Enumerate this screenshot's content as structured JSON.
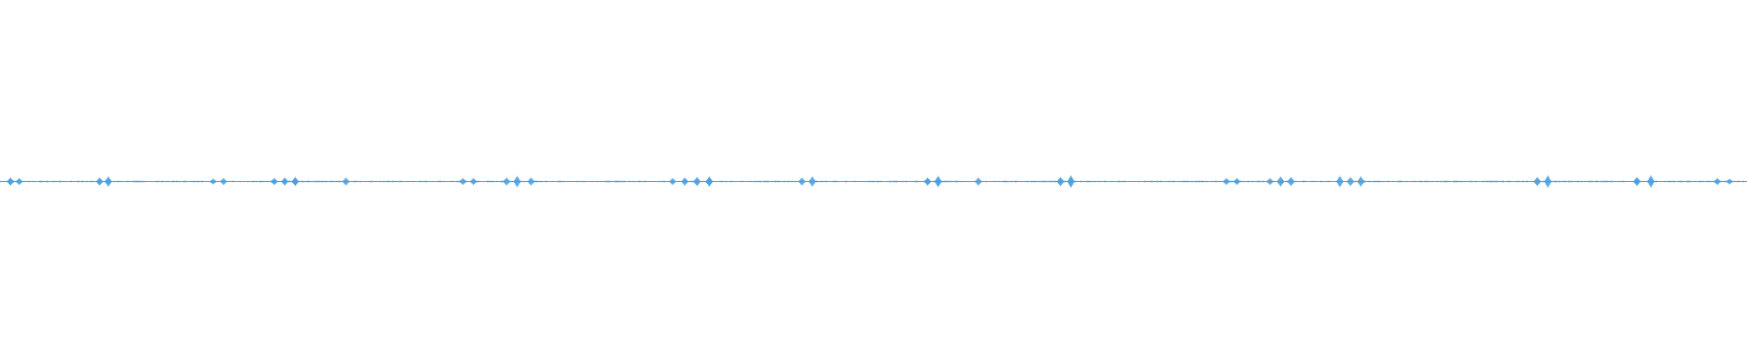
{
  "waveform": {
    "color": "#4a9fe0",
    "background": "#ffffff",
    "description_note": "",
    "peak_positions_fraction": [
      0.006,
      0.011,
      0.057,
      0.062,
      0.122,
      0.128,
      0.157,
      0.163,
      0.169,
      0.198,
      0.265,
      0.271,
      0.29,
      0.296,
      0.304,
      0.385,
      0.392,
      0.399,
      0.406,
      0.459,
      0.465,
      0.531,
      0.537,
      0.56,
      0.607,
      0.613,
      0.702,
      0.708,
      0.727,
      0.733,
      0.739,
      0.767,
      0.773,
      0.779,
      0.88,
      0.886,
      0.937,
      0.945,
      0.983,
      0.99
    ],
    "peak_amplitudes": [
      0.35,
      0.3,
      0.35,
      0.45,
      0.25,
      0.3,
      0.3,
      0.35,
      0.4,
      0.35,
      0.3,
      0.3,
      0.35,
      0.5,
      0.35,
      0.3,
      0.35,
      0.4,
      0.45,
      0.35,
      0.45,
      0.35,
      0.5,
      0.35,
      0.4,
      0.55,
      0.3,
      0.3,
      0.3,
      0.45,
      0.4,
      0.5,
      0.4,
      0.45,
      0.4,
      0.55,
      0.4,
      0.55,
      0.3,
      0.25
    ]
  }
}
